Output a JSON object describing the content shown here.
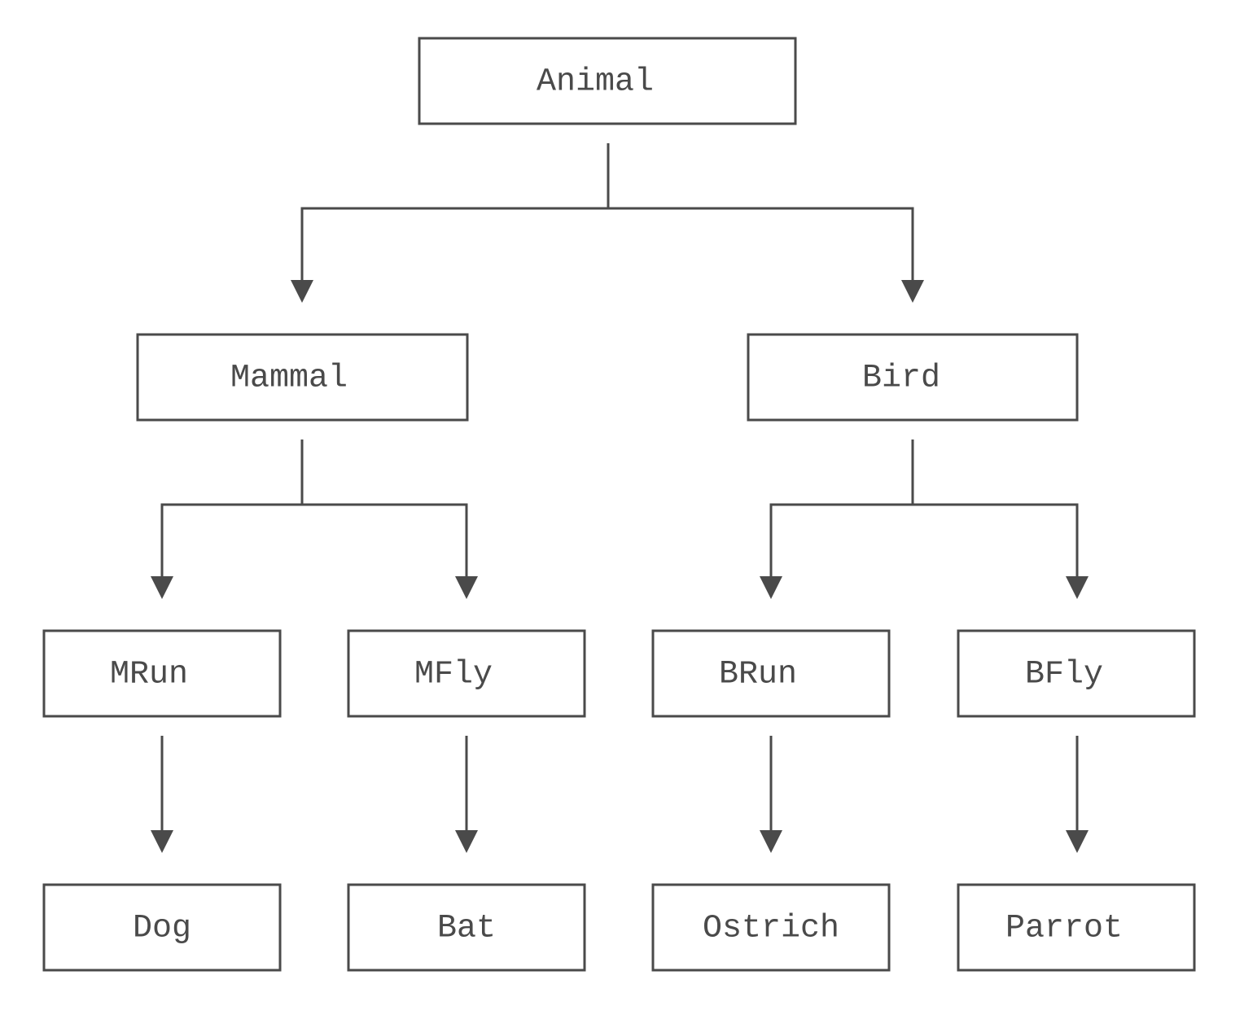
{
  "nodes": {
    "animal": "Animal",
    "mammal": "Mammal",
    "bird": "Bird",
    "mrun": "MRun",
    "mfly": "MFly",
    "brun": "BRun",
    "bfly": "BFly",
    "dog": "Dog",
    "bat": "Bat",
    "ostrich": "Ostrich",
    "parrot": "Parrot"
  },
  "edges": [
    [
      "animal",
      "mammal"
    ],
    [
      "animal",
      "bird"
    ],
    [
      "mammal",
      "mrun"
    ],
    [
      "mammal",
      "mfly"
    ],
    [
      "bird",
      "brun"
    ],
    [
      "bird",
      "bfly"
    ],
    [
      "mrun",
      "dog"
    ],
    [
      "mfly",
      "bat"
    ],
    [
      "brun",
      "ostrich"
    ],
    [
      "bfly",
      "parrot"
    ]
  ],
  "colors": {
    "stroke": "#4a4a4a",
    "text": "#4a4a4a",
    "background": "#ffffff"
  }
}
